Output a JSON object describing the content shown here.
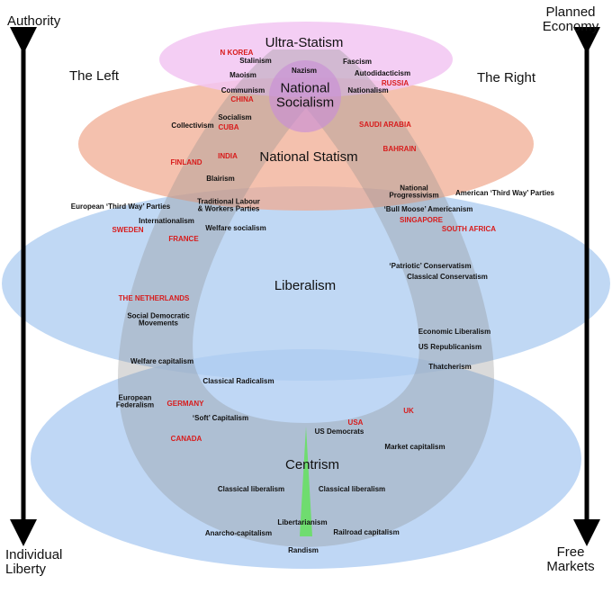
{
  "axes": {
    "left_top": "Authority",
    "left_bottom": [
      "Individual",
      "Liberty"
    ],
    "right_top": [
      "Planned",
      "Economy"
    ],
    "right_bottom": [
      "Free",
      "Markets"
    ]
  },
  "sides": {
    "left": "The Left",
    "right": "The Right"
  },
  "zones": {
    "ultra": "Ultra-Statism",
    "natsoc": [
      "National",
      "Socialism"
    ],
    "natstat": "National Statism",
    "liberal": "Liberalism",
    "centrism": "Centrism"
  },
  "ideologies": {
    "stalinism": "Stalinism",
    "maoism": "Maoism",
    "nazism": "Nazism",
    "fascism": "Fascism",
    "autodidacticism": "Autodidacticism",
    "communism": "Communism",
    "nationalism": "Nationalism",
    "collectivism": "Collectivism",
    "socialism": "Socialism",
    "blairism": "Blairism",
    "national_progressivism": [
      "National",
      "Progressivism"
    ],
    "american_third_way": "American ‘Third Way’ Parties",
    "european_third_way": "European ‘Third Way’ Parties",
    "traditional_labour": [
      "Traditional Labour",
      "& Workers Parties"
    ],
    "bull_moose": "‘Bull Moose’ Americanism",
    "internationalism": "Internationalism",
    "welfare_socialism": "Welfare socialism",
    "patriotic_conservatism": "‘Patriotic’ Conservatism",
    "classical_conservatism": "Classical Conservatism",
    "social_democratic": [
      "Social Democratic",
      "Movements"
    ],
    "economic_liberalism": "Economic Liberalism",
    "us_republicanism": "US Republicanism",
    "welfare_capitalism": "Welfare capitalism",
    "thatcherism": "Thatcherism",
    "classical_radicalism": "Classical Radicalism",
    "european_federalism": [
      "European",
      "Federalism"
    ],
    "soft_capitalism": "‘Soft’ Capitalism",
    "us_democrats": "US Democrats",
    "market_capitalism": "Market capitalism",
    "classical_liberalism_left": "Classical liberalism",
    "classical_liberalism_right": "Classical liberalism",
    "libertarianism": "Libertarianism",
    "anarcho_capitalism": "Anarcho-capitalism",
    "railroad_capitalism": "Railroad capitalism",
    "randism": "Randism"
  },
  "countries": {
    "north_korea": "N KOREA",
    "russia": "RUSSIA",
    "china": "CHINA",
    "cuba": "CUBA",
    "saudi_arabia": "SAUDI ARABIA",
    "bahrain": "BAHRAIN",
    "india": "INDIA",
    "finland": "FINLAND",
    "singapore": "SINGAPORE",
    "sweden": "SWEDEN",
    "south_africa": "SOUTH AFRICA",
    "france": "FRANCE",
    "netherlands": "THE NETHERLANDS",
    "germany": "GERMANY",
    "uk": "UK",
    "usa": "USA",
    "canada": "CANADA"
  },
  "colors": {
    "ultra_fill": "#f2c6f2",
    "natsoc_fill": "#c98fd6",
    "natstat_fill": "#f0a98f",
    "liberal_fill": "#aecdf1",
    "centrism_fill": "#a9c9f1",
    "horseshoe_fill": "#8c8c8c",
    "center_spike": "#6fdc6f",
    "country_text": "#d81b1b",
    "text": "#111111"
  }
}
